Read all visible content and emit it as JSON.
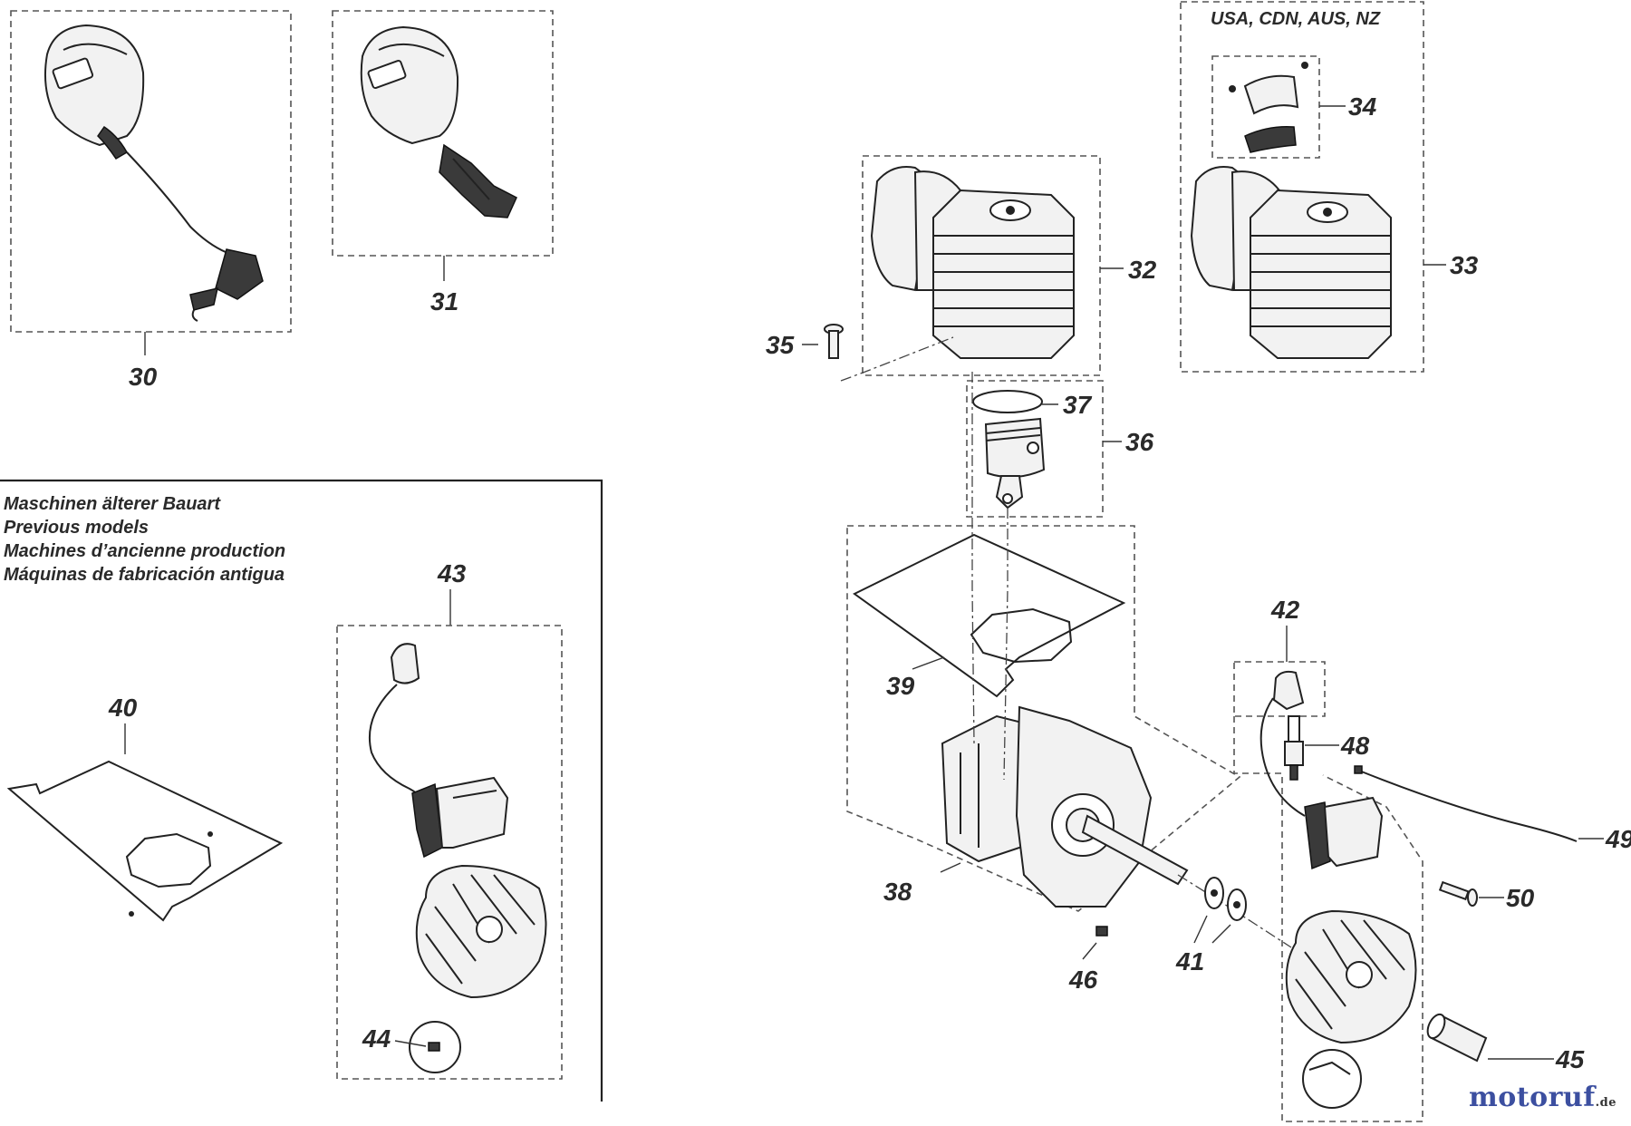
{
  "diagram": {
    "region_label": "USA, CDN, AUS, NZ",
    "previous_models_note": [
      "Maschinen älterer Bauart",
      "Previous models",
      "Machines d’ancienne production",
      "Máquinas de fabricación antigua"
    ],
    "part_numbers": {
      "p30": "30",
      "p31": "31",
      "p32": "32",
      "p33": "33",
      "p34": "34",
      "p35": "35",
      "p36": "36",
      "p37": "37",
      "p38": "38",
      "p39": "39",
      "p40": "40",
      "p41": "41",
      "p42": "42",
      "p43": "43",
      "p44": "44",
      "p45": "45",
      "p46": "46",
      "p48": "48",
      "p49": "49",
      "p50": "50"
    }
  },
  "watermark": {
    "logo_text": "motoruf",
    "logo_tld": ".de"
  }
}
